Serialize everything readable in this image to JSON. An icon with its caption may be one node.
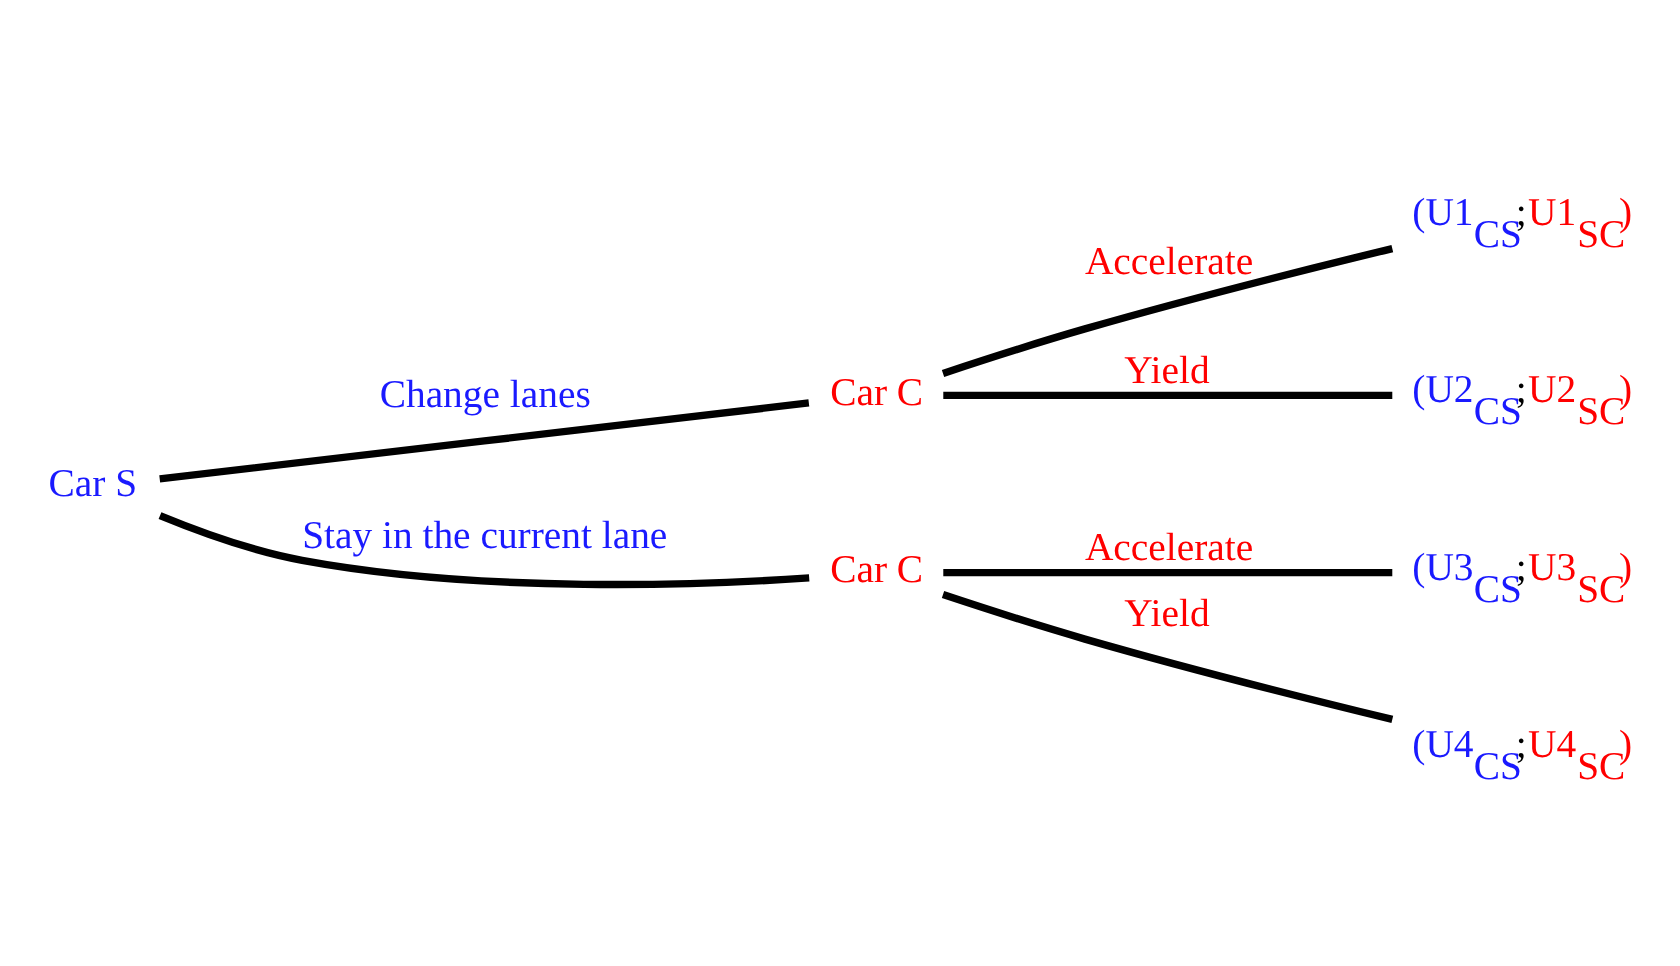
{
  "diagram": {
    "nodes": [
      {
        "text": [
          "Car S"
        ]
      },
      {
        "text": [
          "Car C"
        ]
      },
      {
        "text": [
          "Car C"
        ]
      },
      {
        "text": [
          "(U1$_{CS}$;U1$_{SC}$)"
        ]
      },
      {
        "text": [
          "(U2$_{CS}$;U2$_{SC}$)"
        ]
      },
      {
        "text": [
          "(U3$_{CS}$;U3$_{SC}$)"
        ]
      },
      {
        "text": [
          "(U4$_{CS}$;U4$_{SC}$)"
        ]
      }
    ],
    "edges": [
      {
        "from": 0,
        "to": 1,
        "arrow": "none",
        "label": "Change lanes"
      },
      {
        "from": 0,
        "to": 2,
        "arrow": "none",
        "label": "Stay in the current lane"
      },
      {
        "from": 1,
        "to": 3,
        "arrow": "none",
        "label": "Accelerate"
      },
      {
        "from": 1,
        "to": 4,
        "arrow": "none",
        "label": "Yield"
      },
      {
        "from": 2,
        "to": 5,
        "arrow": "none",
        "label": "Accelerate"
      },
      {
        "from": 2,
        "to": 6,
        "arrow": "none",
        "label": "Yield"
      }
    ]
  }
}
